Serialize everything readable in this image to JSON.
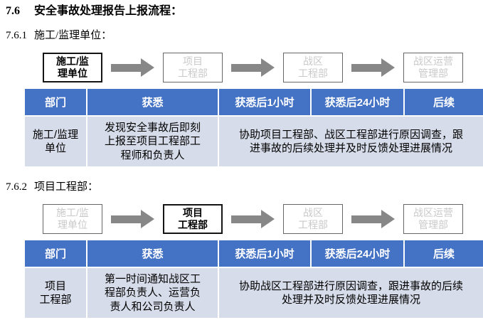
{
  "page": {
    "heading_number": "7.6",
    "heading_title": "安全事故处理报告上报流程："
  },
  "table_headers": [
    "部门",
    "获悉",
    "获悉后1小时",
    "获悉后24小时",
    "后续"
  ],
  "colors": {
    "table_header_bg": "#4472c4",
    "table_row_bg": "#d6dce9",
    "arrow_gray": "#878787",
    "inactive_box_text": "#c9c9c9",
    "active_box_border": "#141414"
  },
  "sections": [
    {
      "number": "7.6.1",
      "title": "施工/监理单位：",
      "flow": [
        {
          "label": "施工/监\n理单位",
          "active": "true"
        },
        {
          "label": "项目\n工程部",
          "active": "false"
        },
        {
          "label": "战区\n工程部",
          "active": "false"
        },
        {
          "label": "战区运营\n管理部",
          "active": "false"
        }
      ],
      "row": {
        "department": "施工/监理\n单位",
        "on_learning": "发现安全事故后即刻\n上报至项目工程部工\n程师和负责人",
        "merged_action": "协助项目工程部、战区工程部进行原因调查，跟\n进事故的后续处理并及时反馈处理进展情况"
      }
    },
    {
      "number": "7.6.2",
      "title": "项目工程部：",
      "flow": [
        {
          "label": "施工/监\n理单位",
          "active": "false"
        },
        {
          "label": "项目\n工程部",
          "active": "true"
        },
        {
          "label": "战区\n工程部",
          "active": "false"
        },
        {
          "label": "战区运营\n管理部",
          "active": "false"
        }
      ],
      "row": {
        "department": "项目\n工程部",
        "on_learning": "第一时间通知战区工\n程部负责人、运营负\n责人和公司负责人",
        "merged_action": "协助战区工程部进行原因调查，跟进事故的后续\n处理并及时反馈处理进展情况"
      }
    }
  ]
}
